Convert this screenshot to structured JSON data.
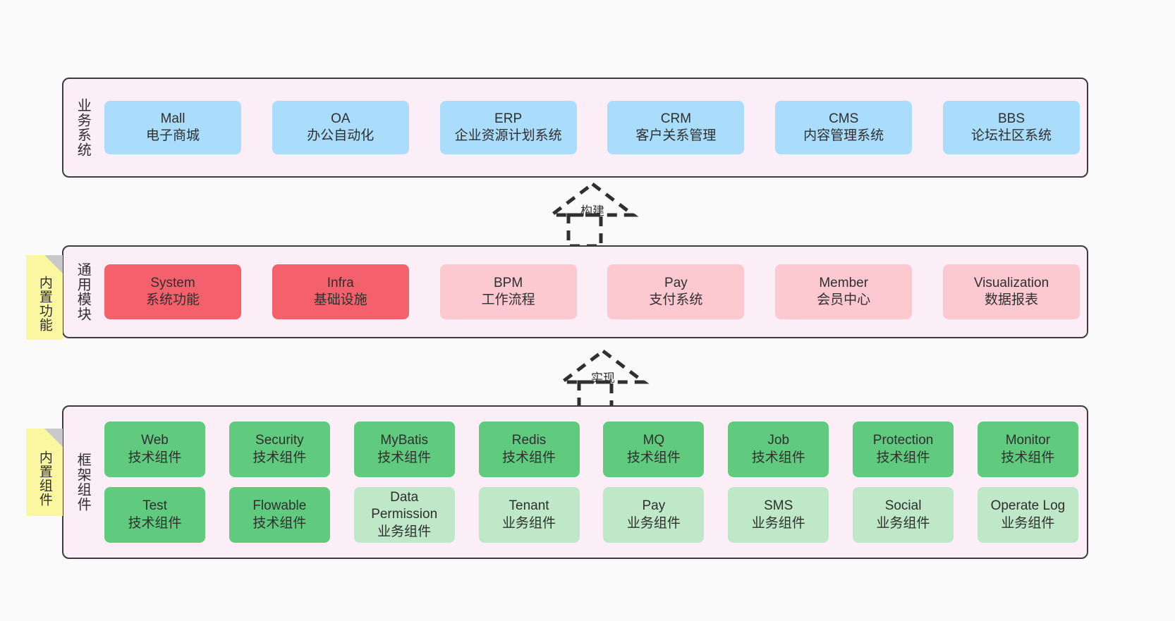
{
  "diagram": {
    "background_color": "#fafafa",
    "band_color": "#fbeef7",
    "border_color": "#3c3c3c"
  },
  "notes": [
    {
      "id": "builtin-features",
      "label": "内置功能",
      "color": "#fbf7a0"
    },
    {
      "id": "builtin-components",
      "label": "内置组件",
      "color": "#fbf7a0"
    }
  ],
  "arrows": [
    {
      "id": "build",
      "label": "构建",
      "style": "dashed-generalization",
      "direction": "up"
    },
    {
      "id": "implement",
      "label": "实现",
      "style": "dashed-generalization",
      "direction": "up"
    }
  ],
  "layers": [
    {
      "id": "business-systems",
      "title": "业务系统",
      "color": "#aadcfb",
      "cells": [
        {
          "name": "Mall",
          "desc": "电子商城",
          "tone": "blue"
        },
        {
          "name": "OA",
          "desc": "办公自动化",
          "tone": "blue"
        },
        {
          "name": "ERP",
          "desc": "企业资源计划系统",
          "tone": "blue"
        },
        {
          "name": "CRM",
          "desc": "客户关系管理",
          "tone": "blue"
        },
        {
          "name": "CMS",
          "desc": "内容管理系统",
          "tone": "blue"
        },
        {
          "name": "BBS",
          "desc": "论坛社区系统",
          "tone": "blue"
        }
      ]
    },
    {
      "id": "common-modules",
      "title": "通用模块",
      "colors": {
        "strong": "#f4616c",
        "soft": "#fcc9d1"
      },
      "cells": [
        {
          "name": "System",
          "desc": "系统功能",
          "tone": "strong"
        },
        {
          "name": "Infra",
          "desc": "基础设施",
          "tone": "strong"
        },
        {
          "name": "BPM",
          "desc": "工作流程",
          "tone": "soft"
        },
        {
          "name": "Pay",
          "desc": "支付系统",
          "tone": "soft"
        },
        {
          "name": "Member",
          "desc": "会员中心",
          "tone": "soft"
        },
        {
          "name": "Visualization",
          "desc": "数据报表",
          "tone": "soft"
        }
      ]
    },
    {
      "id": "framework-components",
      "title": "框架组件",
      "colors": {
        "tech": "#60cb7f",
        "biz": "#bfe8c8"
      },
      "rows": [
        [
          {
            "name": "Web",
            "desc": "技术组件",
            "tone": "tech"
          },
          {
            "name": "Security",
            "desc": "技术组件",
            "tone": "tech"
          },
          {
            "name": "MyBatis",
            "desc": "技术组件",
            "tone": "tech"
          },
          {
            "name": "Redis",
            "desc": "技术组件",
            "tone": "tech"
          },
          {
            "name": "MQ",
            "desc": "技术组件",
            "tone": "tech"
          },
          {
            "name": "Job",
            "desc": "技术组件",
            "tone": "tech"
          },
          {
            "name": "Protection",
            "desc": "技术组件",
            "tone": "tech"
          },
          {
            "name": "Monitor",
            "desc": "技术组件",
            "tone": "tech"
          }
        ],
        [
          {
            "name": "Test",
            "desc": "技术组件",
            "tone": "tech"
          },
          {
            "name": "Flowable",
            "desc": "技术组件",
            "tone": "tech"
          },
          {
            "name": "Data Permission",
            "desc": "业务组件",
            "tone": "biz",
            "wrap": true
          },
          {
            "name": "Tenant",
            "desc": "业务组件",
            "tone": "biz"
          },
          {
            "name": "Pay",
            "desc": "业务组件",
            "tone": "biz"
          },
          {
            "name": "SMS",
            "desc": "业务组件",
            "tone": "biz"
          },
          {
            "name": "Social",
            "desc": "业务组件",
            "tone": "biz"
          },
          {
            "name": "Operate Log",
            "desc": "业务组件",
            "tone": "biz"
          }
        ]
      ]
    }
  ]
}
